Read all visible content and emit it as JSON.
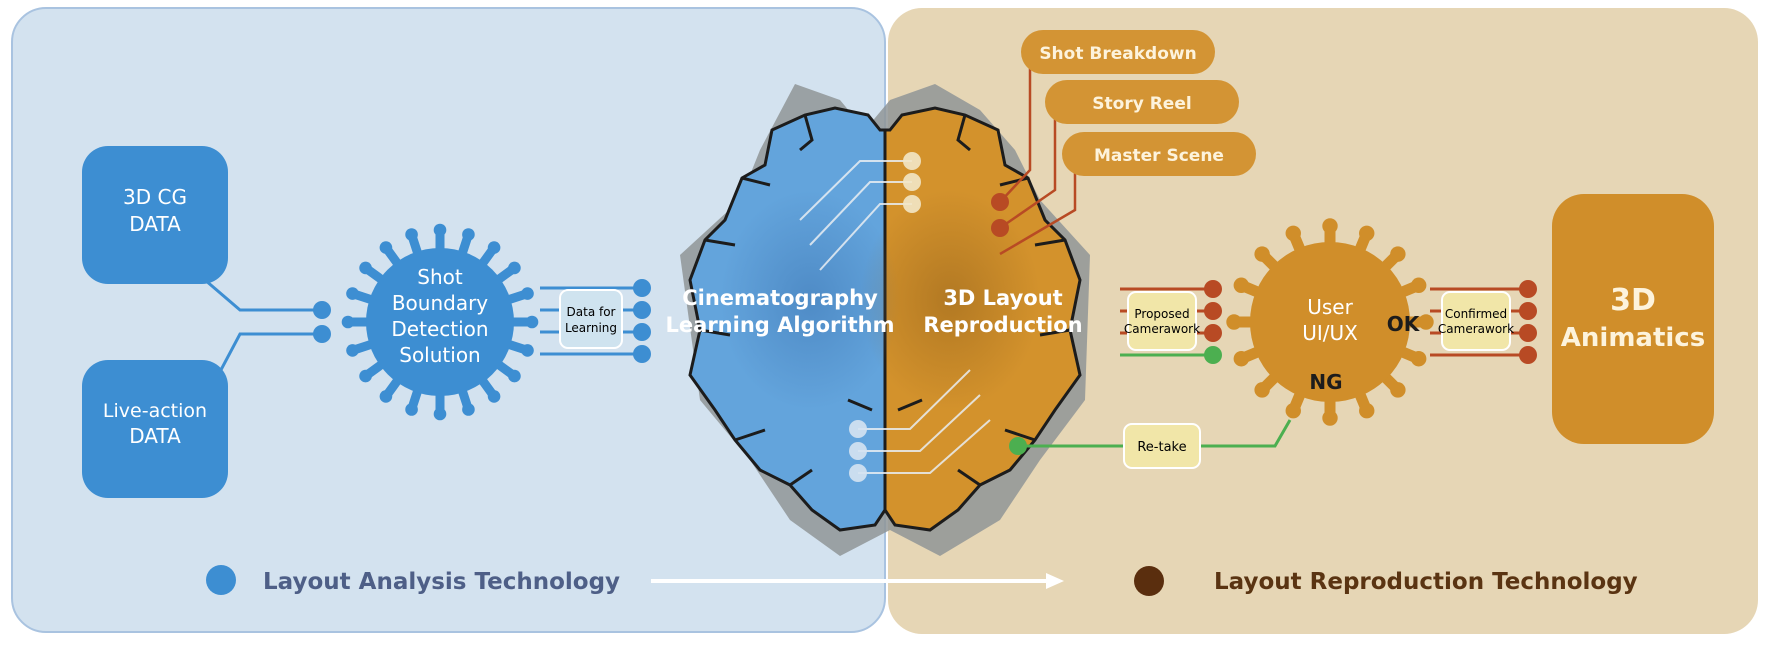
{
  "colors": {
    "left_panel": "#d3e2ef",
    "right_panel": "#e6d6b5",
    "blue": "#3d8ed2",
    "brain_blue": "#63a4dc",
    "orange": "#d08e2a",
    "brain_orange": "#d3922c",
    "dark_orange_dot": "#b84a24",
    "green": "#4caf50",
    "badge_fill": "#f1e6a8",
    "legend_left_text": "#4e5f87",
    "legend_right_text": "#5a3412",
    "legend_right_dot": "#5a2e0e"
  },
  "inputs": {
    "cg_line1": "3D CG",
    "cg_line2": "DATA",
    "live_line1": "Live-action",
    "live_line2": "DATA"
  },
  "shot_detection": {
    "line1": "Shot",
    "line2": "Boundary",
    "line3": "Detection",
    "line4": "Solution"
  },
  "data_for_learning": {
    "line1": "Data for",
    "line2": "Learning"
  },
  "brain": {
    "left_line1": "Cinematography",
    "left_line2": "Learning Algorithm",
    "right_line1": "3D Layout",
    "right_line2": "Reproduction"
  },
  "outputs": [
    "Shot Breakdown",
    "Story Reel",
    "Master Scene"
  ],
  "proposed": {
    "line1": "Proposed",
    "line2": "Camerawork"
  },
  "user": {
    "line1": "User",
    "line2": "UI/UX",
    "ok": "OK",
    "ng": "NG"
  },
  "confirmed": {
    "line1": "Confirmed",
    "line2": "Camerawork"
  },
  "retake": "Re-take",
  "animatics": {
    "line1": "3D",
    "line2": "Animatics"
  },
  "legend": {
    "left": "Layout Analysis Technology",
    "right": "Layout Reproduction Technology"
  }
}
